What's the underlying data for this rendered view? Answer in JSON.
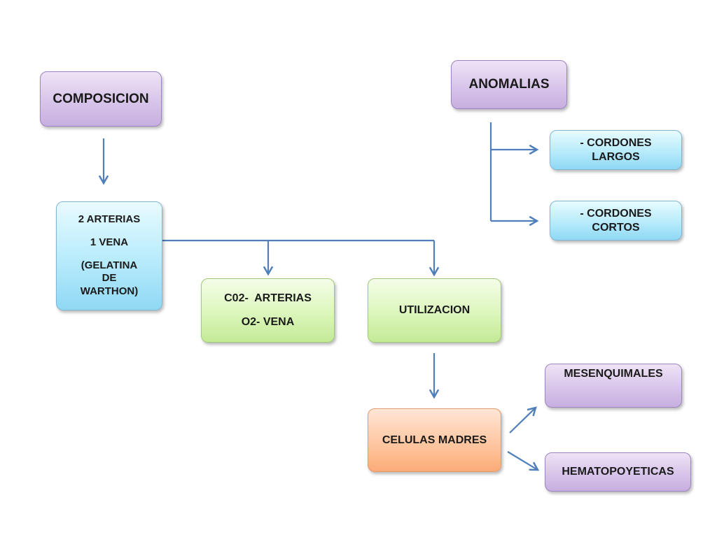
{
  "nodes": {
    "composicion": "COMPOSICION",
    "anomalias": "ANOMALIAS",
    "cordones_largos": [
      "- CORDONES",
      "LARGOS"
    ],
    "cordones_cortos": [
      "- CORDONES",
      "CORTOS"
    ],
    "composicion_detail": [
      "2 ARTERIAS",
      "1 VENA",
      "(GELATINA",
      "DE",
      "WARTHON)"
    ],
    "intercambio": [
      "C02-  ARTERIAS",
      "O2- VENA"
    ],
    "utilizacion": "UTILIZACION",
    "celulas_madres": "CELULAS MADRES",
    "mesenquimales": "MESENQUIMALES",
    "hematopoyeticas": "HEMATOPOYETICAS"
  },
  "colors": {
    "connector": "#4f7fba",
    "purple_box": "#d8c5ea",
    "blue_box": "#b7ebfb",
    "green_box": "#dcf6bc",
    "orange_box": "#ffc7a2"
  }
}
